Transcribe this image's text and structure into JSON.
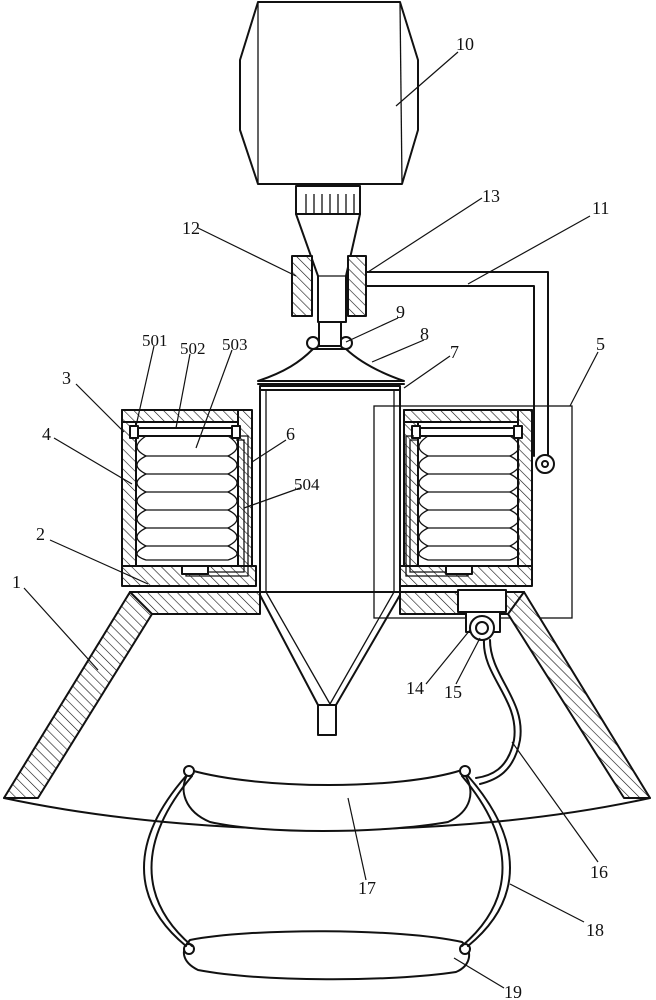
{
  "labels": {
    "l1": "1",
    "l2": "2",
    "l3": "3",
    "l4": "4",
    "l5": "5",
    "l501": "501",
    "l502": "502",
    "l503": "503",
    "l504": "504",
    "l6": "6",
    "l7": "7",
    "l8": "8",
    "l9": "9",
    "l10": "10",
    "l11": "11",
    "l12": "12",
    "l13": "13",
    "l14": "14",
    "l15": "15",
    "l16": "16",
    "l17": "17",
    "l18": "18",
    "l19": "19"
  }
}
